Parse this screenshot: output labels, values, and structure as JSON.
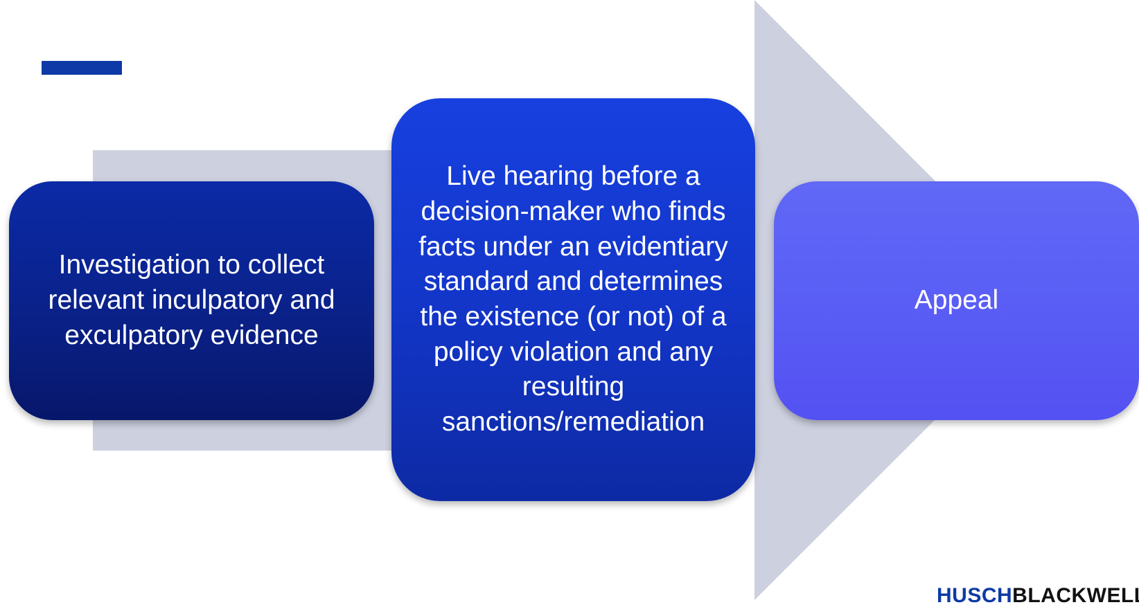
{
  "diagram": {
    "steps": [
      {
        "label": "Investigation to collect relevant inculpatory and exculpatory evidence"
      },
      {
        "label": "Live hearing before a decision-maker who finds facts under an evidentiary standard and determines the existence (or not) of a policy violation and any resulting sanctions/remediation"
      },
      {
        "label": "Appeal"
      }
    ]
  },
  "logo": {
    "part1": "HUSCH",
    "part2": "BLACKWELL"
  },
  "colors": {
    "accent": "#0d3aa6",
    "arrow": "#cdd0df",
    "step_1": "#0a2189",
    "step_2": "#1336c9",
    "step_3": "#5a5ef5"
  }
}
